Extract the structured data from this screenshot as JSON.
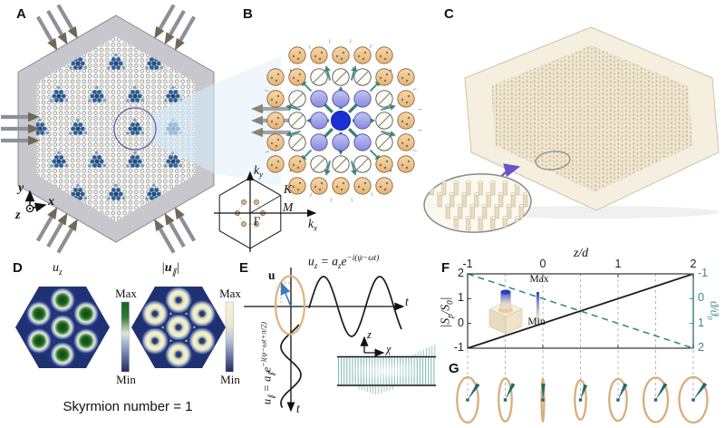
{
  "panel_a": {
    "label": "A",
    "axis_x": "x",
    "axis_y": "y",
    "axis_z": "z"
  },
  "panel_b": {
    "label": "B",
    "brillouin": {
      "kx_html": "k<sub>x</sub>",
      "ky_html": "k<sub>y</sub>",
      "gamma": "Γ",
      "k_point": "K",
      "m_point": "M"
    }
  },
  "panel_c": {
    "label": "C"
  },
  "panel_d": {
    "label": "D",
    "map1_title_html": "u<sub>z</sub>",
    "map2_title_html": "|<b>u</b><sub>∥</sub>|",
    "colorbar_max": "Max",
    "colorbar_min": "Min",
    "caption": "Skyrmion number = 1"
  },
  "panel_e": {
    "label": "E",
    "vector_label": "u",
    "formula_uz_html": "u<sub>z</sub> = a<sub>z</sub>e<sup>−i(ψ−ωt)</sup>",
    "formula_upar_html": "u<sub>∥</sub> = a<sub>∥</sub>e<sup>−i(ψ−ωt+π/2)</sup>",
    "time_axis": "t",
    "inset_axis_z": "z",
    "inset_axis_chi": "χ"
  },
  "panel_f": {
    "label": "F",
    "colorbar_max": "Max",
    "colorbar_min": "Min"
  },
  "panel_g": {
    "label": "G",
    "polarization_ellipses": {
      "z_over_d": [
        -1,
        -0.5,
        0,
        0.5,
        1,
        1.5,
        2
      ],
      "rx": [
        11.7,
        7.2,
        1.4,
        6.2,
        9.7,
        13.5,
        15.5
      ],
      "ry": [
        25,
        23.7,
        24,
        21.7,
        23,
        24.5,
        25
      ],
      "needle_angle_deg": [
        34,
        27,
        2,
        19,
        26,
        32,
        37
      ],
      "needle_len": [
        21,
        20,
        18,
        17.5,
        19.5,
        21,
        22.5
      ]
    }
  },
  "chart_data": {
    "type": "line",
    "x_axis": {
      "label": "z/d",
      "label_html": "z/d",
      "range": [
        -1,
        2
      ],
      "ticks": [
        -1,
        0,
        1,
        2
      ],
      "position": "top"
    },
    "y_axis_left": {
      "label": "|Sp/S0|",
      "label_html": "|S<sub>p</sub>/S<sub>0</sub>|",
      "range": [
        -1,
        2
      ],
      "ticks_top_to_bottom": [
        2,
        1,
        0,
        -1
      ]
    },
    "y_axis_right": {
      "label": "ϑ/ϑ0",
      "label_html": "ϑ/ϑ<sub>0</sub>",
      "range": [
        -1,
        2
      ],
      "inverted": true,
      "ticks_top_to_bottom": [
        -1,
        0,
        1,
        2
      ],
      "color": "#3d8a86"
    },
    "gridlines_x": [
      -1,
      -0.5,
      0,
      0.5,
      1,
      1.5,
      2
    ],
    "grid": true,
    "legend": "none",
    "series": [
      {
        "name": "|Sp/S0|",
        "axis": "left",
        "style": "solid",
        "color": "#1a1a1a",
        "points": [
          [
            -1,
            -1
          ],
          [
            2,
            2
          ]
        ]
      },
      {
        "name": "ϑ/ϑ0",
        "axis": "right",
        "style": "dashed",
        "color": "#3d8a86",
        "points": [
          [
            -1,
            -1
          ],
          [
            2,
            2
          ]
        ]
      }
    ]
  },
  "colors": {
    "teal_arrow": "#2c7b74",
    "tan_ellipse": "#d9ad7c",
    "needle": "#1e6b68",
    "center_blue": "#1b2fd6",
    "purple_circle": "#9fa2ea",
    "orange_circle": "#f3c084",
    "heatmap_bg": "#1e3273",
    "right_axis": "#3d8a86"
  }
}
